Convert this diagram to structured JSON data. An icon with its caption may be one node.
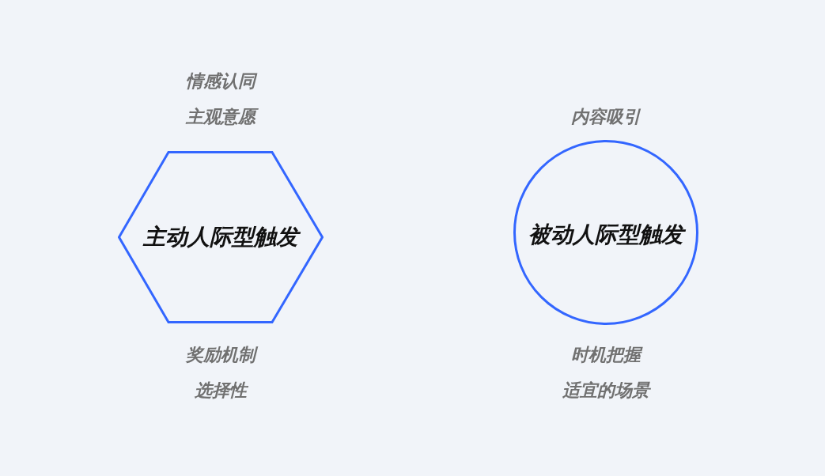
{
  "diagram": {
    "nodes": [
      {
        "text": [
          "主动人际型触发"
        ],
        "beside": [
          "情感认同",
          "主观意愿",
          "奖励机制",
          "选择性"
        ]
      },
      {
        "text": [
          "被动人际型触发"
        ],
        "beside": [
          "内容吸引",
          "时机把握",
          "适宜的场景"
        ]
      }
    ]
  }
}
